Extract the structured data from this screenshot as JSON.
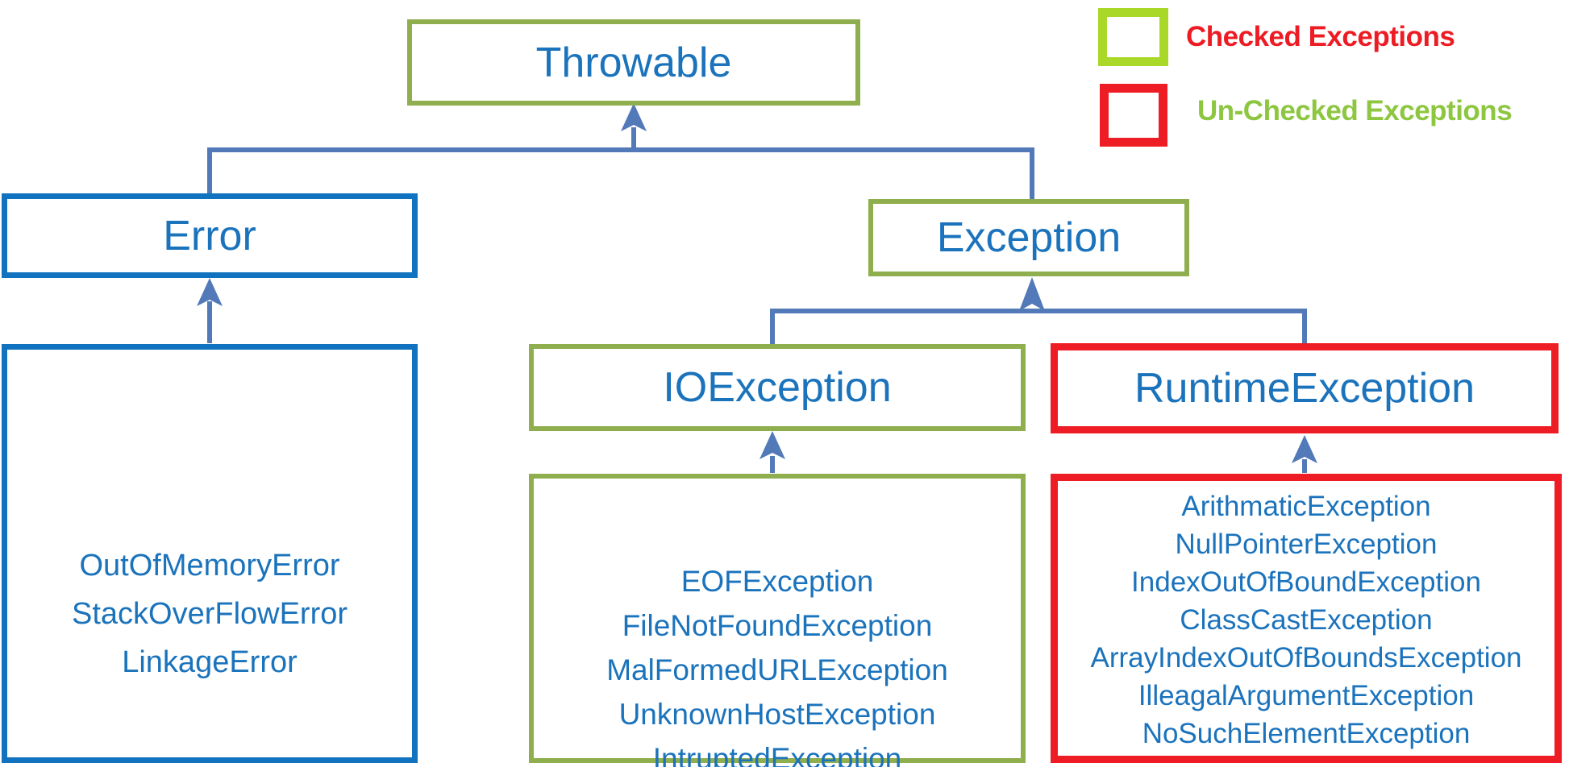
{
  "legend": {
    "checked_label": "Checked Exceptions",
    "unchecked_label": "Un-Checked Exceptions"
  },
  "nodes": {
    "throwable": "Throwable",
    "error": "Error",
    "exception": "Exception",
    "ioexception": "IOException",
    "runtimeexception": "RuntimeException"
  },
  "subclasses": {
    "error": [
      "OutOfMemoryError",
      "StackOverFlowError",
      "LinkageError"
    ],
    "ioexception": [
      "EOFException",
      "FileNotFoundException",
      "MalFormedURLException",
      "UnknownHostException",
      "IntruptedException"
    ],
    "runtimeexception": [
      "ArithmaticException",
      "NullPointerException",
      "IndexOutOfBoundException",
      "ClassCastException",
      "ArrayIndexOutOfBoundsException",
      "IlleagalArgumentException",
      "NoSuchElementException"
    ]
  },
  "colors": {
    "node_text": "#1b73bc",
    "checked_border_green": "#8fae4d",
    "unchecked_border_red": "#ee1c24",
    "error_border_blue": "#1173bf",
    "connector_blue": "#5279b8",
    "legend_swatch_green": "#a9d829",
    "legend_text_red": "#ed1c24",
    "legend_text_green": "#8dc63f",
    "page_bg": "#ffffff"
  }
}
